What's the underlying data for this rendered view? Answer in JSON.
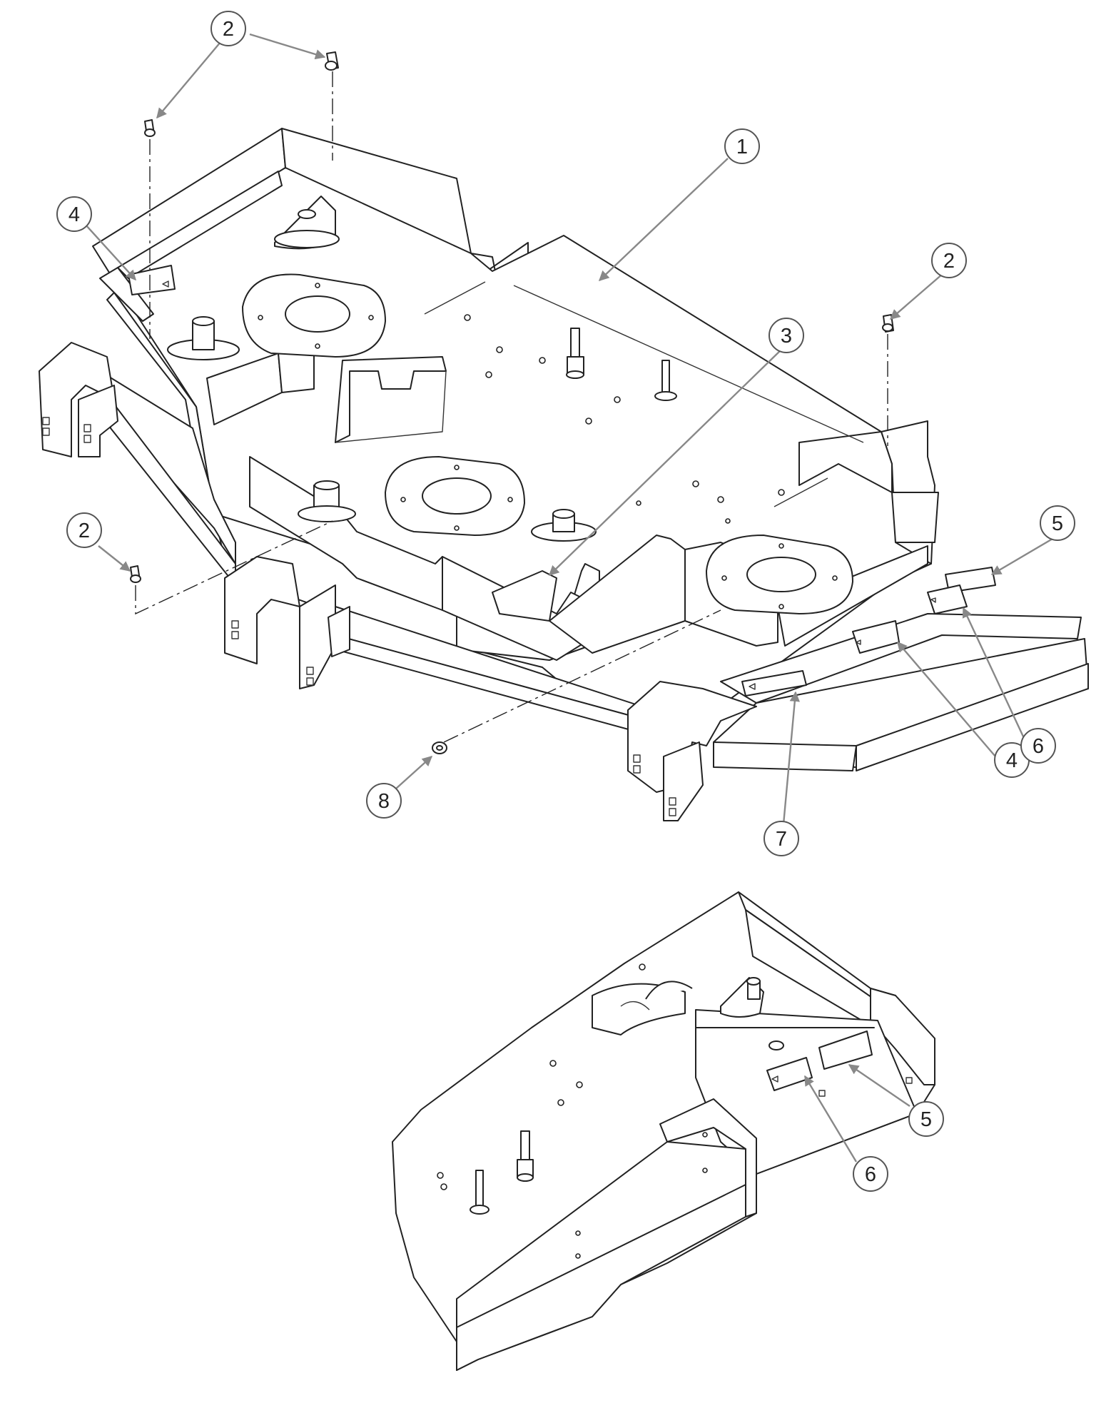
{
  "callouts": [
    {
      "id": "c1",
      "label": "1"
    },
    {
      "id": "c2a",
      "label": "2"
    },
    {
      "id": "c2b",
      "label": "2"
    },
    {
      "id": "c2c",
      "label": "2"
    },
    {
      "id": "c3",
      "label": "3"
    },
    {
      "id": "c4a",
      "label": "4"
    },
    {
      "id": "c4b",
      "label": "4"
    },
    {
      "id": "c5a",
      "label": "5"
    },
    {
      "id": "c5b",
      "label": "5"
    },
    {
      "id": "c6a",
      "label": "6"
    },
    {
      "id": "c6b",
      "label": "6"
    },
    {
      "id": "c7",
      "label": "7"
    },
    {
      "id": "c8",
      "label": "8"
    }
  ]
}
